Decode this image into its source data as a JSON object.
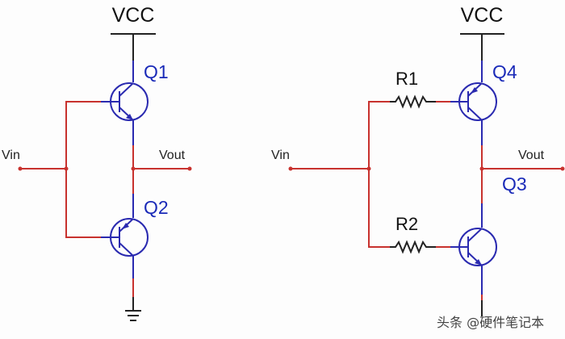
{
  "left_circuit": {
    "vcc": "VCC",
    "q_top": "Q1",
    "q_bottom": "Q2",
    "vin": "Vin",
    "vout": "Vout"
  },
  "right_circuit": {
    "vcc": "VCC",
    "q_top": "Q4",
    "q_bottom": "Q3",
    "r_top": "R1",
    "r_bottom": "R2",
    "vin": "Vin",
    "vout": "Vout"
  },
  "watermark": "头条 @硬件笔记本",
  "colors": {
    "wire": "#c8322e",
    "transistor": "#2a2ab0",
    "text": "#111111",
    "label": "#1a2ab8"
  }
}
